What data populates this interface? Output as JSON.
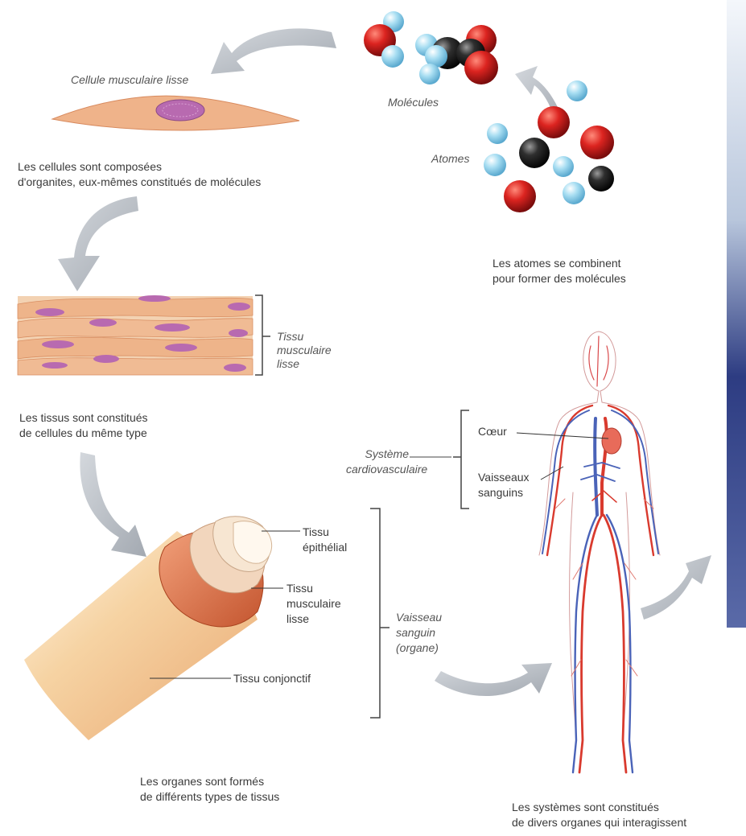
{
  "labels": {
    "cellule_musculaire": "Cellule musculaire lisse",
    "molecules": "Molécules",
    "atomes": "Atomes",
    "tissu_musculaire": "Tissu\nmusculaire\nlisse",
    "systeme_cardio": "Système\ncardiovasculaire",
    "coeur": "Cœur",
    "vaisseaux": "Vaisseaux\nsanguins",
    "tissu_epithelial": "Tissu\népithélial",
    "tissu_musc_lisse": "Tissu\nmusculaire\nlisse",
    "tissu_conjonctif": "Tissu conjonctif",
    "vaisseau_organe": "Vaisseau\nsanguin\n(organe)"
  },
  "captions": {
    "cellules": "Les cellules sont composées\nd'organites, eux-mêmes constitués de molécules",
    "atomes": "Les atomes se combinent\npour former des molécules",
    "tissus": "Les tissus sont constitués\nde cellules du même type",
    "organes": "Les organes sont formés\nde différents types de tissus",
    "systemes": "Les systèmes sont constitués\nde divers organes qui interagissent"
  },
  "colors": {
    "arrow": "#b9bec5",
    "cell_body": "#efb38a",
    "nucleus": "#b86ab0",
    "atom_red": "#d8221e",
    "atom_black": "#2a2a2a",
    "atom_blue": "#9fd8ef",
    "vessel_outer": "#f1d0a0",
    "artery": "#d93a2e",
    "vein": "#4a63b8",
    "night_sky": "#2b3a7c"
  }
}
